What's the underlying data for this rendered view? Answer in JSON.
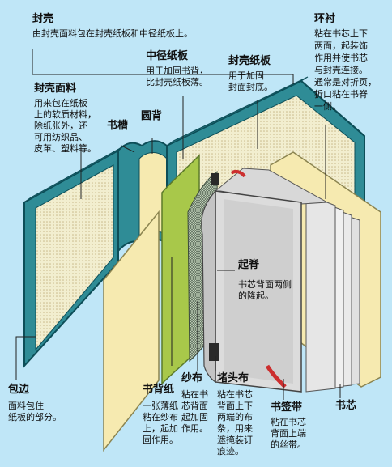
{
  "colors": {
    "background": "#bfe6f7",
    "case": "#2f8c96",
    "case_edge": "#0d4e58",
    "board": "#f4efbe",
    "yellow": "#f6eab0",
    "mull": "#a8c84a",
    "leaves": "#e8e8e8",
    "bookmark": "#cc2f2f"
  },
  "icons": {
    "leader": "line",
    "glue": "dot-pattern"
  },
  "labels": {
    "fengke": {
      "title": "封壳",
      "desc": "由封壳面料包在封壳纸板和中径纸板上。"
    },
    "huanchen": {
      "title": "环衬",
      "desc": [
        "粘在书芯上下",
        "两面，起装饰",
        "作用并使书芯",
        "与封壳连接。",
        "通常是对折页，",
        "折口粘在书脊",
        "一侧。"
      ]
    },
    "zhongjing": {
      "title": "中径纸板",
      "desc": [
        "用于加固书背，",
        "比封壳纸板薄。"
      ]
    },
    "fengkezhiban": {
      "title": "封壳纸板",
      "desc": [
        "用于加固",
        "封面封底。"
      ]
    },
    "fengkemianliao": {
      "title": "封壳面料",
      "desc": [
        "用来包在纸板",
        "上的软质材料，",
        "除纸张外，还",
        "可用纺织品、",
        "皮革、塑料等。"
      ]
    },
    "shucao": {
      "title": "书槽"
    },
    "yuanbei": {
      "title": "圆背"
    },
    "qiji": {
      "title": "起脊",
      "desc": [
        "书芯背面两侧",
        "的隆起。"
      ]
    },
    "baobian": {
      "title": "包边",
      "desc": [
        "面料包住",
        "纸板的部分。"
      ]
    },
    "shubeizhi": {
      "title": "书背纸",
      "desc": [
        "一张薄纸",
        "粘在纱布",
        "上，起加",
        "固作用。"
      ]
    },
    "shabu": {
      "title": "纱布",
      "desc": [
        "粘在书",
        "芯背面",
        "起加固",
        "作用。"
      ]
    },
    "dutoubu": {
      "title": "堵头布",
      "desc": [
        "粘在书芯",
        "背面上下",
        "两端的布",
        "条，用来",
        "遮掩装订",
        "痕迹。"
      ]
    },
    "shuqiandai": {
      "title": "书签带",
      "desc": [
        "粘在书芯",
        "背面上端",
        "的丝带。"
      ]
    },
    "shuxin": {
      "title": "书芯"
    }
  }
}
